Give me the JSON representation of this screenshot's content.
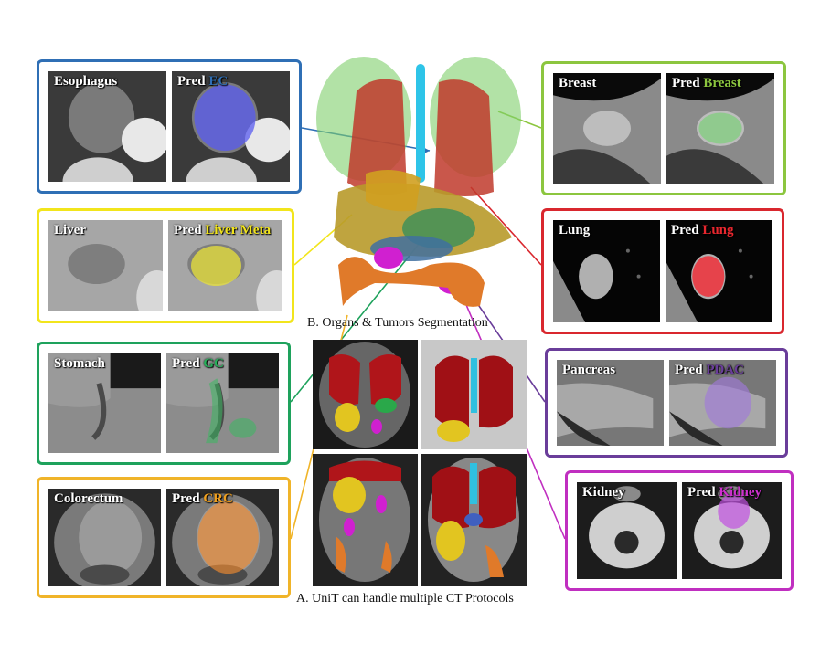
{
  "captions": {
    "organs": "B. Organs & Tumors Segmentation",
    "protocols": "A. UniT can handle multiple CT Protocols"
  },
  "panels": [
    {
      "id": "esophagus",
      "organ": "Esophagus",
      "pred": "Pred",
      "tumor": "EC",
      "border": "#2f6fb5",
      "tumor_color": "#2f6fb5",
      "mask": "#5a5cf0"
    },
    {
      "id": "breast",
      "organ": "Breast",
      "pred": "Pred",
      "tumor": "Breast",
      "border": "#8cc63f",
      "tumor_color": "#8cc63f",
      "mask": "#7ed07a"
    },
    {
      "id": "liver",
      "organ": "Liver",
      "pred": "Pred",
      "tumor": "Liver Meta",
      "border": "#f2e51c",
      "tumor_color": "#f2e51c",
      "mask": "#e8e23a"
    },
    {
      "id": "lung",
      "organ": "Lung",
      "pred": "Pred",
      "tumor": "Lung",
      "border": "#d9272e",
      "tumor_color": "#e8272e",
      "mask": "#f0303a"
    },
    {
      "id": "stomach",
      "organ": "Stomach",
      "pred": "Pred",
      "tumor": "GC",
      "border": "#1ea25c",
      "tumor_color": "#27b05a",
      "mask": "#3bb860"
    },
    {
      "id": "pancreas",
      "organ": "Pancreas",
      "pred": "Pred",
      "tumor": "PDAC",
      "border": "#6a3d9a",
      "tumor_color": "#6a3d9a",
      "mask": "#a07ad8"
    },
    {
      "id": "colorectum",
      "organ": "Colorectum",
      "pred": "Pred",
      "tumor": "CRC",
      "border": "#f0b429",
      "tumor_color": "#f0a020",
      "mask": "#f08a30"
    },
    {
      "id": "kidney",
      "organ": "Kidney",
      "pred": "Pred",
      "tumor": "Kidney",
      "border": "#c02fc0",
      "tumor_color": "#d030d0",
      "mask": "#c050e0"
    }
  ]
}
